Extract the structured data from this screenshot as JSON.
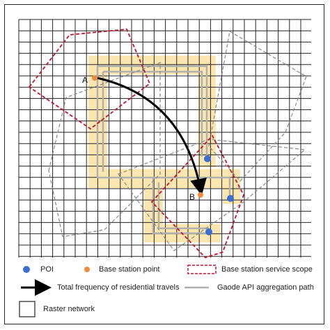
{
  "points": {
    "a_label": "A",
    "b_label": "B"
  },
  "legend": {
    "poi": "POI",
    "base_station_point": "Base station point",
    "service_scope": "Base station service scope",
    "travels": "Total frequency of residential travels",
    "aggregation_path": "Gaode API aggregation path",
    "raster": "Raster network"
  },
  "colors": {
    "poi": "#3b6fd0",
    "base_station": "#f08a3c",
    "service_scope": "#c8102e",
    "path_fill": "#fbe6b0",
    "path_line": "#b0b0b0",
    "grid": "#222222",
    "other_scope": "#888888",
    "travel_arrow": "#000000"
  }
}
